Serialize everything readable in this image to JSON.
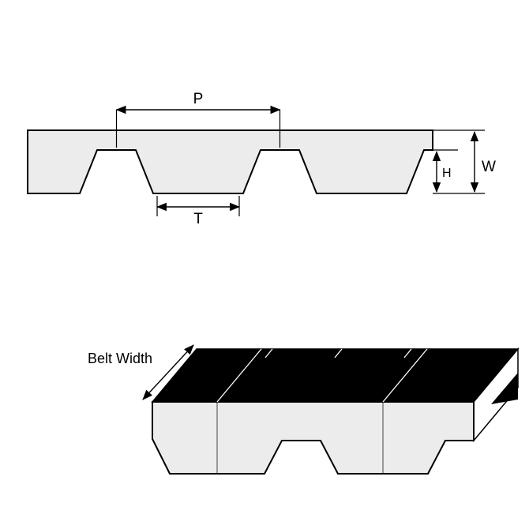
{
  "diagram": {
    "labels": {
      "pitch": "P",
      "tooth_width": "T",
      "tooth_height": "H",
      "thickness": "W",
      "belt_width": "Belt Width"
    },
    "colors": {
      "outline": "#000000",
      "belt_fill": "#ececec",
      "top_face_fill": "#000000",
      "end_face_fill": "#ffffff",
      "background": "#ffffff"
    }
  }
}
